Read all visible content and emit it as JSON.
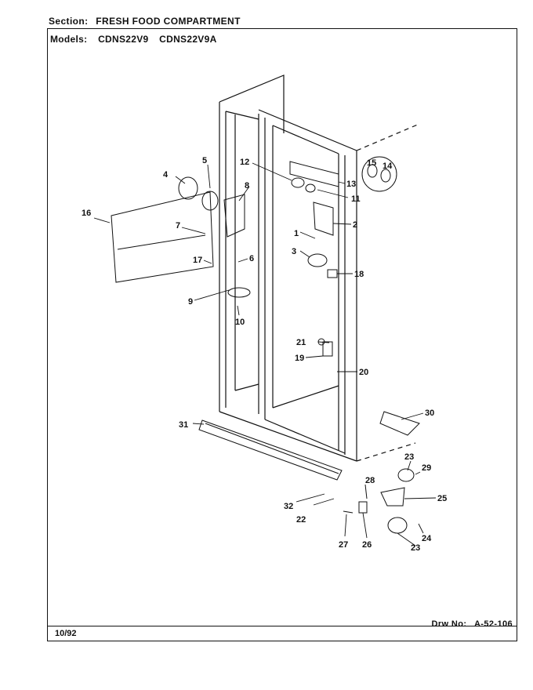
{
  "header": {
    "section_label": "Section:",
    "section_value": "FRESH FOOD COMPARTMENT",
    "models_label": "Models:",
    "models": [
      "CDNS22V9",
      "CDNS22V9A"
    ]
  },
  "footer": {
    "date": "10/92",
    "drawing_label": "Drw No:",
    "drawing_number": "A-52-106"
  },
  "callouts": [
    "1",
    "2",
    "3",
    "4",
    "5",
    "6",
    "7",
    "8",
    "9",
    "10",
    "11",
    "12",
    "13",
    "14",
    "15",
    "16",
    "17",
    "18",
    "19",
    "20",
    "21",
    "22",
    "23",
    "23",
    "24",
    "25",
    "26",
    "27",
    "28",
    "29",
    "30",
    "31",
    "32"
  ]
}
